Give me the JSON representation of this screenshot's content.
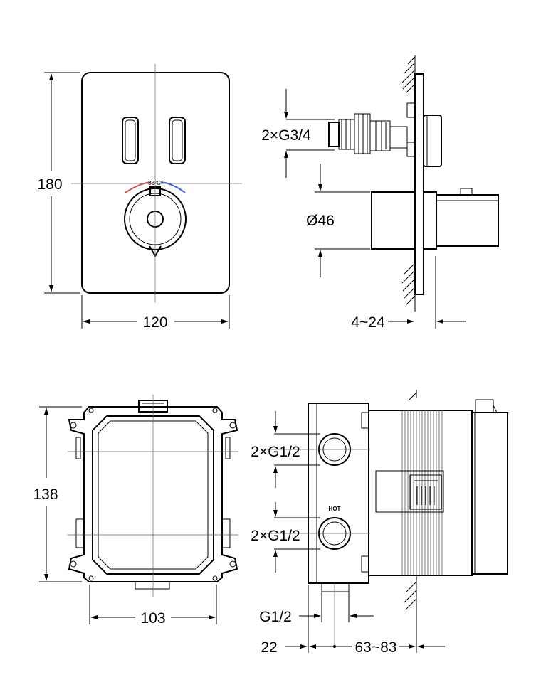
{
  "top_left": {
    "height_label": "180",
    "width_label": "120",
    "temperature_label": "38°C"
  },
  "top_right": {
    "connection_label": "2×G3/4",
    "diameter_label": "Ø46",
    "depth_label": "4~24"
  },
  "bottom_left": {
    "height_label": "138",
    "width_label": "103"
  },
  "bottom_right": {
    "upper_connection_label": "2×G1/2",
    "lower_connection_label": "2×G1/2",
    "hot_label": "HOT",
    "bottom_connection_label": "G1/2",
    "left_offset_label": "22",
    "depth_label": "63~83"
  },
  "colors": {
    "hot_arc": "#d9534f",
    "cold_arc": "#3b5bdb"
  }
}
